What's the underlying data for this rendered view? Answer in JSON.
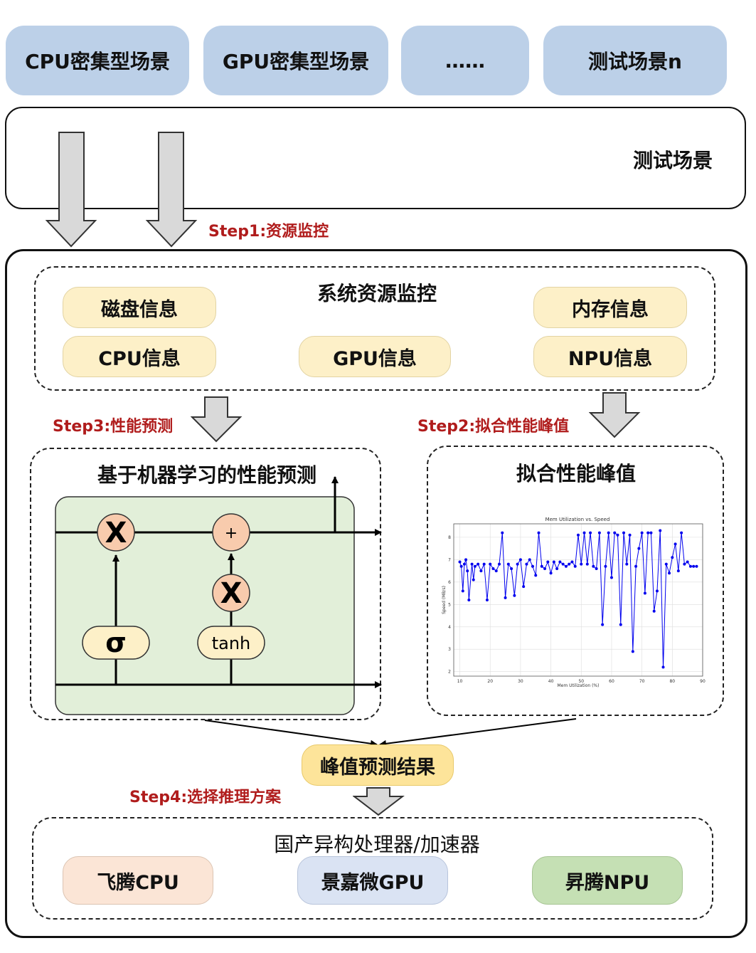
{
  "scenarios": [
    "CPU密集型场景",
    "GPU密集型场景",
    "……",
    "测试场景n"
  ],
  "test_scene_label": "测试场景",
  "steps": {
    "step1": "Step1:资源监控",
    "step2": "Step2:拟合性能峰值",
    "step3": "Step3:性能预测",
    "step4": "Step4:选择推理方案"
  },
  "monitor": {
    "title": "系统资源监控",
    "items": [
      "磁盘信息",
      "内存信息",
      "CPU信息",
      "GPU信息",
      "NPU信息"
    ]
  },
  "ml": {
    "title": "基于机器学习的性能预测",
    "mult_symbol": "X",
    "plus_symbol": "+",
    "sigma": "σ",
    "tanh": "tanh"
  },
  "fit": {
    "title": "拟合性能峰值"
  },
  "result": {
    "label": "峰值预测结果"
  },
  "hardware": {
    "title": "国产异构处理器/加速器",
    "items": [
      "飞腾CPU",
      "景嘉微GPU",
      "昇腾NPU"
    ]
  },
  "colors": {
    "scenario_fill": "#bcd0e8",
    "info_fill": "#fdf0c8",
    "lstm_fill": "#e2efd9",
    "gate_fill": "#f8cbad",
    "step_label": "#b01c1c",
    "cpu_fill": "#fbe5d6",
    "gpu_fill": "#dae3f3",
    "npu_fill": "#c5e0b4",
    "series": "#0000ee"
  },
  "chart_data": {
    "type": "line",
    "title": "Mem Utilization vs. Speed",
    "xlabel": "Mem Utilization (%)",
    "ylabel": "Speed (MB/s)",
    "xlim": [
      8,
      90
    ],
    "ylim": [
      1.8,
      8.6
    ],
    "xticks": [
      10,
      20,
      30,
      40,
      50,
      60,
      70,
      80,
      90
    ],
    "yticks": [
      2,
      3,
      4,
      5,
      6,
      7,
      8
    ],
    "grid": true,
    "series": [
      {
        "x": [
          10,
          10.5,
          11,
          11.5,
          12,
          12.5,
          13,
          14,
          14.5,
          15,
          16,
          17,
          18,
          19,
          20,
          21,
          22,
          23,
          24,
          25,
          26,
          27,
          28,
          29,
          30,
          31,
          32,
          33,
          34,
          35,
          36,
          37,
          38,
          39,
          40,
          41,
          42,
          43,
          44,
          45,
          46,
          47,
          48,
          49,
          50,
          51,
          52,
          53,
          54,
          55,
          56,
          57,
          58,
          59,
          60,
          61,
          62,
          63,
          64,
          65,
          66,
          67,
          68,
          69,
          70,
          71,
          72,
          73,
          74,
          75,
          76,
          77,
          78,
          79,
          80,
          81,
          82,
          83,
          84,
          85,
          86,
          87,
          88
        ],
        "y": [
          6.9,
          6.7,
          5.6,
          6.8,
          7.0,
          6.5,
          5.2,
          6.8,
          6.1,
          6.7,
          6.8,
          6.5,
          6.8,
          5.2,
          6.8,
          6.6,
          6.5,
          6.8,
          8.2,
          5.3,
          6.8,
          6.6,
          5.4,
          6.8,
          7.0,
          5.8,
          6.8,
          7.0,
          6.7,
          6.3,
          8.2,
          6.7,
          6.6,
          6.9,
          6.4,
          6.9,
          6.6,
          6.9,
          6.8,
          6.7,
          6.8,
          6.9,
          6.7,
          8.1,
          6.8,
          8.2,
          6.8,
          8.2,
          6.7,
          6.6,
          8.2,
          4.1,
          6.7,
          8.2,
          6.2,
          8.2,
          8.1,
          4.1,
          8.2,
          6.8,
          8.1,
          2.9,
          6.7,
          7.5,
          8.2,
          5.5,
          8.2,
          8.2,
          4.7,
          5.6,
          8.3,
          2.2,
          6.8,
          6.4,
          7.1,
          7.7,
          6.5,
          8.2,
          6.8,
          6.9,
          6.7,
          6.7,
          6.7
        ]
      }
    ]
  }
}
